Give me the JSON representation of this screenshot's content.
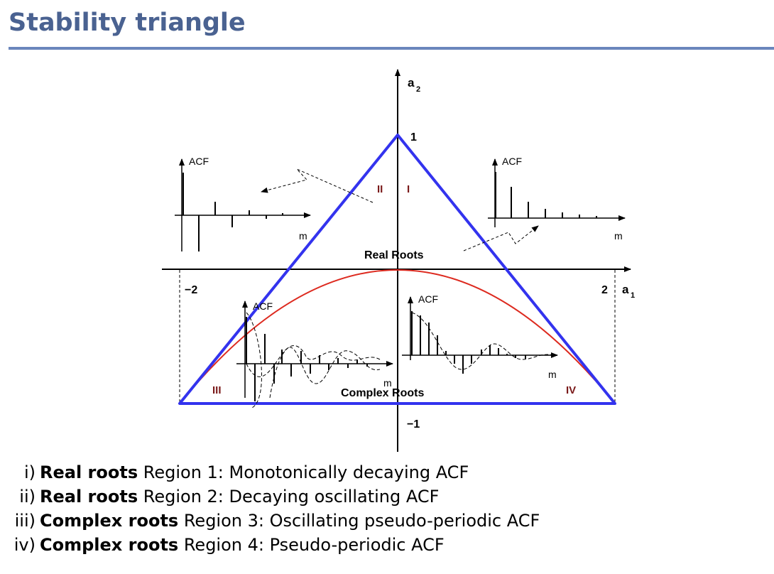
{
  "slide": {
    "title": "Stability triangle"
  },
  "diagram": {
    "axis_a2": "a",
    "axis_a2_sub": "2",
    "axis_a1": "a",
    "axis_a1_sub": "1",
    "tick_top": "1",
    "tick_bottom": "−1",
    "tick_left": "−2",
    "tick_right": "2",
    "region_labels": [
      "I",
      "II",
      "III",
      "IV"
    ],
    "real_roots": "Real Roots",
    "complex_roots": "Complex Roots",
    "acf_label": "ACF",
    "lag_label": "m",
    "colors": {
      "triangle": "#3333ee",
      "parabola": "#dd2a1f",
      "region_text": "#7a1a1a",
      "title": "#4a6291"
    }
  },
  "legend": [
    {
      "num": "i)",
      "bold": "Real roots",
      "text": " Region 1: Monotonically decaying ACF"
    },
    {
      "num": "ii)",
      "bold": "Real roots",
      "text": " Region 2: Decaying oscillating ACF"
    },
    {
      "num": "iii)",
      "bold": "Complex roots",
      "text": " Region 3: Oscillating pseudo-periodic ACF"
    },
    {
      "num": "iv)",
      "bold": "Complex roots",
      "text": " Region 4: Pseudo-periodic ACF"
    }
  ]
}
